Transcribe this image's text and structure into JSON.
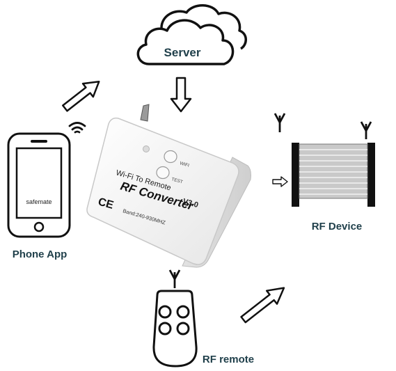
{
  "nodes": {
    "server": {
      "label": "Server"
    },
    "phone": {
      "label": "Phone App",
      "screen_text": "safemate"
    },
    "rf_device": {
      "label": "RF Device"
    },
    "rf_remote": {
      "label": "RF remote"
    }
  },
  "converter": {
    "line1": "Wi-Fi To Remote",
    "version": "V3.0",
    "title": "RF Converter",
    "band": "Band:240-930MHZ",
    "ce_mark": "CE",
    "wifi_button_label": "WIFI",
    "test_button_label": "TEST"
  },
  "colors": {
    "label_text": "#1f3f4a",
    "outline": "#111111",
    "device_body": "#f4f4f4",
    "shutter_frame": "#111111"
  },
  "icons": {
    "wifi_signal": "wifi-icon",
    "antenna": "antenna-icon",
    "arrow": "outline-arrow-icon"
  }
}
